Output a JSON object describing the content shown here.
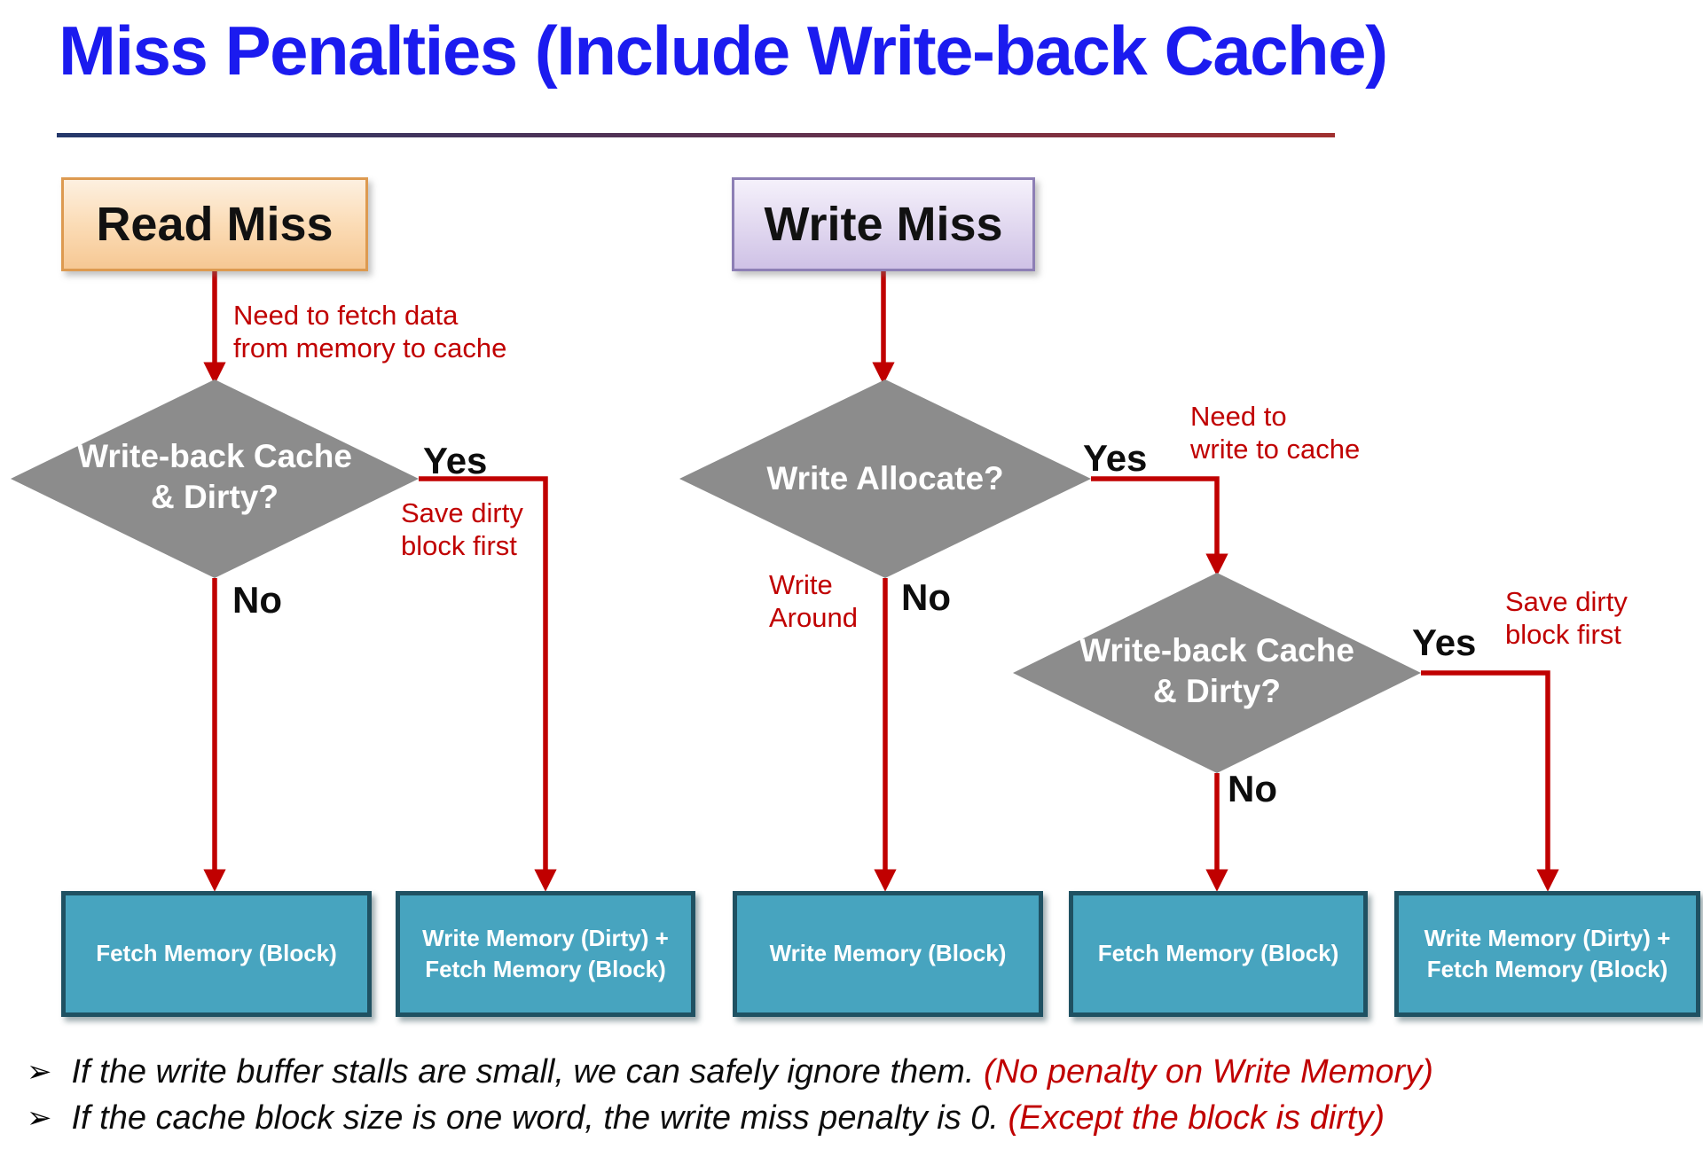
{
  "slide": {
    "title": "Miss Penalties (Include Write-back Cache)",
    "headers": {
      "read": "Read Miss",
      "write": "Write Miss"
    },
    "decisions": {
      "d1": {
        "lines": [
          "Write-back Cache",
          "& Dirty?"
        ],
        "yes": "Yes",
        "no": "No"
      },
      "d2": {
        "lines": [
          "Write Allocate?"
        ],
        "yes": "Yes",
        "no": "No"
      },
      "d3": {
        "lines": [
          "Write-back Cache",
          "& Dirty?"
        ],
        "yes": "Yes",
        "no": "No"
      }
    },
    "annotations": {
      "need_fetch": [
        "Need to fetch data",
        "from memory to cache"
      ],
      "save_dirty_read": [
        "Save dirty",
        "block first"
      ],
      "need_write": [
        "Need to",
        "write to cache"
      ],
      "write_around": [
        "Write",
        "Around"
      ],
      "save_dirty_write": [
        "Save dirty",
        "block first"
      ]
    },
    "terminals": [
      "Fetch Memory (Block)",
      "Write Memory (Dirty) + Fetch Memory (Block)",
      "Write Memory (Block)",
      "Fetch Memory (Block)",
      "Write Memory (Dirty) + Fetch Memory (Block)"
    ],
    "notes": {
      "bullet": "➢",
      "items": [
        {
          "text": "If the write buffer stalls are small, we can safely ignore them. ",
          "highlight": "(No penalty on Write Memory)"
        },
        {
          "text": "If the cache block size is one word, the write miss penalty is 0. ",
          "highlight": "(Except the block is dirty)"
        }
      ]
    },
    "colors": {
      "title": "#1b1bef",
      "accent_red": "#c00000",
      "diamond_gray": "#8c8c8c",
      "terminal_fill": "#47a4bf",
      "terminal_border": "#1f5162",
      "read_header_border": "#dd9a50",
      "write_header_border": "#8d7fb5",
      "divider_left": "#24386b",
      "divider_right": "#a03030"
    }
  }
}
